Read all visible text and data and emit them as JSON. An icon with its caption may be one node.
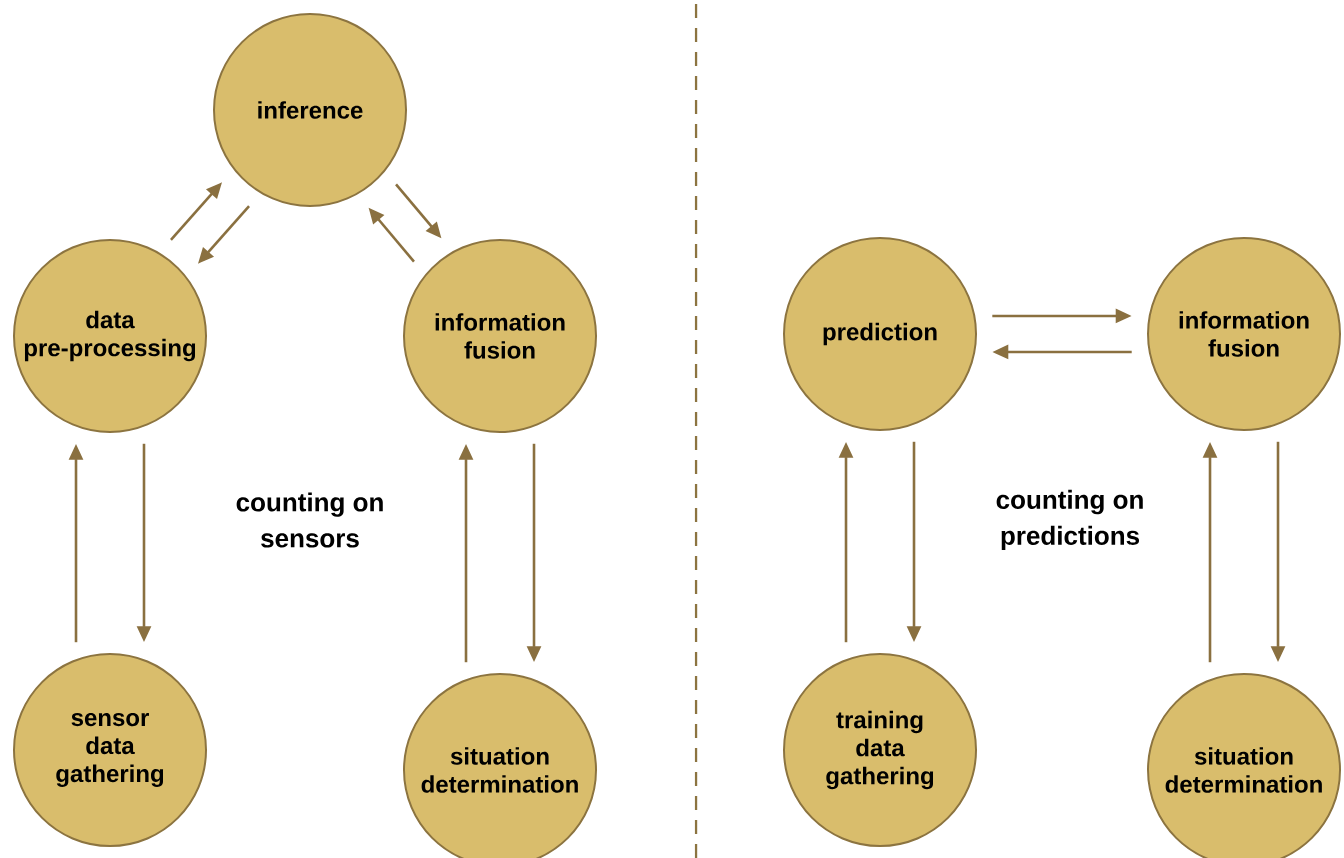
{
  "diagram": {
    "nodes": [
      {
        "text": [
          "inference"
        ]
      },
      {
        "text": [
          "data pre-processing"
        ]
      },
      {
        "text": [
          "information fusion"
        ]
      },
      {
        "text": [
          "sensor data gathering"
        ]
      },
      {
        "text": [
          "situation determination"
        ]
      },
      {
        "text": [
          "prediction"
        ]
      },
      {
        "text": [
          "information fusion"
        ]
      },
      {
        "text": [
          "training data gathering"
        ]
      },
      {
        "text": [
          "situation determination"
        ]
      }
    ],
    "edges": [
      {
        "from": 1,
        "to": 0,
        "arrow": "to"
      },
      {
        "from": 0,
        "to": 1,
        "arrow": "to"
      },
      {
        "from": 0,
        "to": 2,
        "arrow": "to"
      },
      {
        "from": 2,
        "to": 0,
        "arrow": "to"
      },
      {
        "from": 3,
        "to": 1,
        "arrow": "to"
      },
      {
        "from": 1,
        "to": 3,
        "arrow": "to"
      },
      {
        "from": 4,
        "to": 2,
        "arrow": "to"
      },
      {
        "from": 2,
        "to": 4,
        "arrow": "to"
      },
      {
        "from": 5,
        "to": 6,
        "arrow": "to"
      },
      {
        "from": 6,
        "to": 5,
        "arrow": "to"
      },
      {
        "from": 7,
        "to": 5,
        "arrow": "to"
      },
      {
        "from": 5,
        "to": 7,
        "arrow": "to"
      },
      {
        "from": 8,
        "to": 6,
        "arrow": "to"
      },
      {
        "from": 6,
        "to": 8,
        "arrow": "to"
      }
    ],
    "labels": [
      "counting on sensors",
      "counting on predictions"
    ]
  }
}
